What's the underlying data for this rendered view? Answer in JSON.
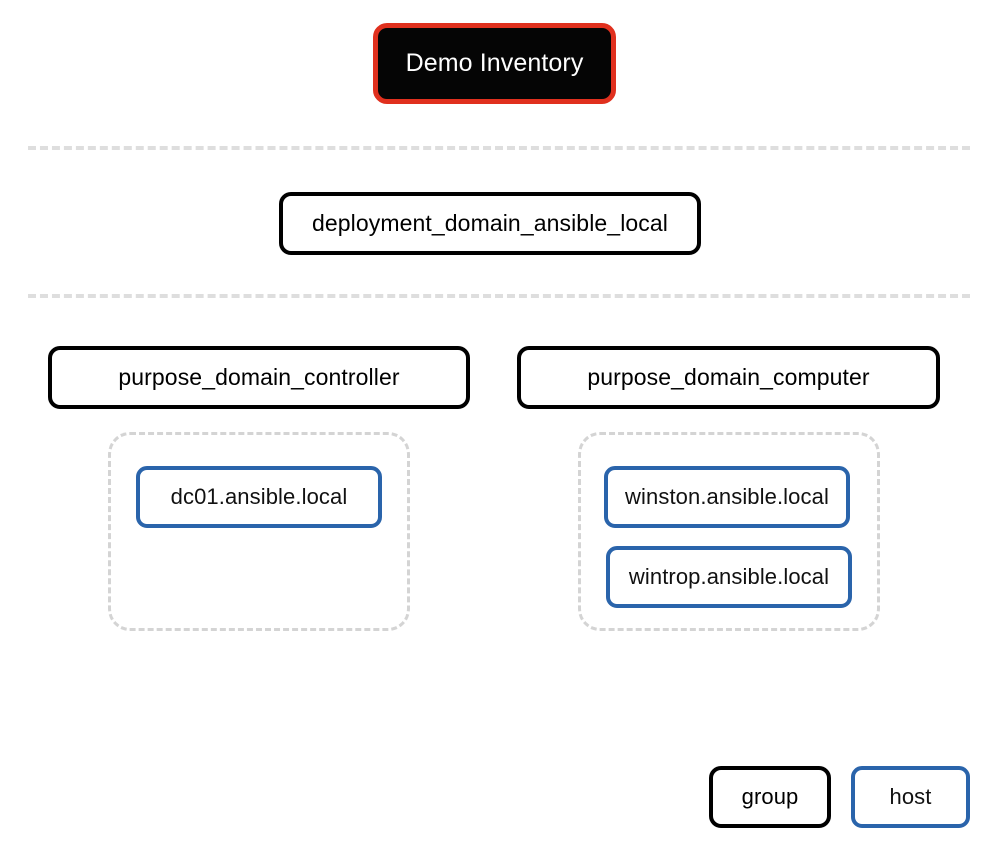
{
  "diagram": {
    "title_node": {
      "label": "Demo Inventory",
      "type": "root-group",
      "fill_color": "#050505",
      "border_color": "#e0301e",
      "text_color": "#ffffff"
    },
    "deployment_group": {
      "label": "deployment_domain_ansible_local",
      "type": "group",
      "border_color": "#000000"
    },
    "purpose_groups": [
      {
        "label": "purpose_domain_controller",
        "type": "group",
        "border_color": "#000000",
        "hosts": [
          {
            "label": "dc01.ansible.local",
            "type": "host",
            "border_color": "#2a64ab"
          }
        ]
      },
      {
        "label": "purpose_domain_computer",
        "type": "group",
        "border_color": "#000000",
        "hosts": [
          {
            "label": "winston.ansible.local",
            "type": "host",
            "border_color": "#2a64ab"
          },
          {
            "label": "wintrop.ansible.local",
            "type": "host",
            "border_color": "#2a64ab"
          }
        ]
      }
    ],
    "legend": {
      "group_label": "group",
      "host_label": "host",
      "group_border_color": "#000000",
      "host_border_color": "#2a64ab"
    },
    "separators": {
      "color": "#dedede",
      "style": "dashed",
      "count": 2
    }
  }
}
